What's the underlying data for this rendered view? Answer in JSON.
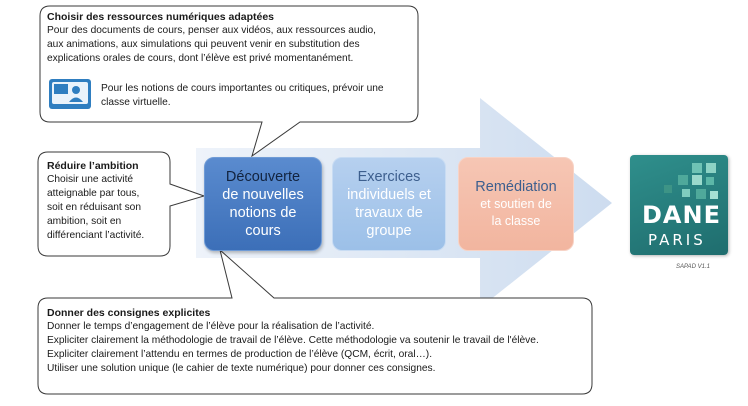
{
  "callout_top": {
    "title": "Choisir des ressources numériques adaptées",
    "lines": [
      "Pour des documents de cours, penser aux vidéos, aux ressources audio,",
      "aux animations, aux simulations qui peuvent venir en substitution des",
      "explications orales de cours, dont l’élève est privé momentanément."
    ],
    "virtual_lines": [
      "Pour les notions de cours importantes ou critiques, prévoir une",
      "classe virtuelle."
    ],
    "icon": "virtual-classroom-icon"
  },
  "callout_left": {
    "title": "Réduire l’ambition",
    "lines": [
      "Choisir une activité",
      "atteignable par tous,",
      "soit en réduisant son",
      "ambition, soit en",
      "différenciant l’activité."
    ]
  },
  "callout_bottom": {
    "title": "Donner des consignes explicites",
    "lines": [
      "Donner le temps d’engagement de l’élève pour la réalisation de l’activité.",
      "Expliciter clairement la méthodologie de travail de l’élève. Cette méthodologie va soutenir le travail de l'élève.",
      "Expliciter clairement l’attendu en termes de production de l’élève (QCM, écrit, oral…).",
      "Utiliser une solution unique (le cahier de texte numérique) pour donner ces consignes."
    ]
  },
  "steps": [
    {
      "line1": "Découverte",
      "line2": [
        "de nouvelles",
        "notions de",
        "cours"
      ]
    },
    {
      "line1": "Exercices",
      "line2": [
        "individuels et",
        "travaux de",
        "groupe"
      ]
    },
    {
      "line1": "Remédiation",
      "line2": [
        "et soutien de",
        "la classe"
      ]
    }
  ],
  "logo": {
    "dane": "DANE",
    "paris": "PARIS"
  },
  "version": "SAPAD V1.1",
  "colors": {
    "step1": "#3c6fb8",
    "step2": "#9cc0e8",
    "step3": "#f2b59f",
    "arrow": "#dbe6f4",
    "logo": "#2f8f8c"
  }
}
